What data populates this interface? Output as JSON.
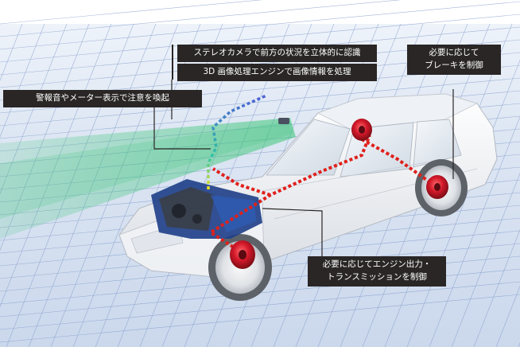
{
  "callouts": {
    "stereo_camera": "ステレオカメラで前方の状況を立体的に認識",
    "image_engine": "3D 画像処理エンジンで画像情報を処理",
    "warning": "警報音やメーター表示で注意を喚起",
    "brake": [
      "必要に応じて",
      "ブレーキを制御"
    ],
    "engine": [
      "必要に応じてエンジン出力・",
      "トランスミッションを制御"
    ]
  },
  "colors": {
    "background": "#ffffff",
    "grid_floor": "#dde6f3",
    "grid_line": "#7d97c8",
    "detection_beam": "#33c472",
    "control_path": "#e0201b",
    "brake_rotor": "#d3182a",
    "engine_block": "#22418a",
    "label_bg": "#2a2626",
    "label_text": "#ffffff"
  }
}
